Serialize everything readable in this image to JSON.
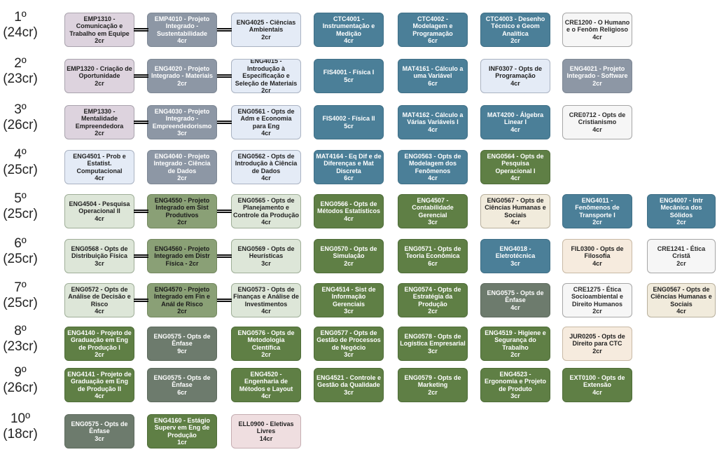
{
  "semesters": [
    {
      "label": "1º",
      "credits": "(24cr)"
    },
    {
      "label": "2º",
      "credits": "(23cr)"
    },
    {
      "label": "3º",
      "credits": "(26cr)"
    },
    {
      "label": "4º",
      "credits": "(25cr)"
    },
    {
      "label": "5º",
      "credits": "(25cr)"
    },
    {
      "label": "6º",
      "credits": "(25cr)"
    },
    {
      "label": "7º",
      "credits": "(25cr)"
    },
    {
      "label": "8º",
      "credits": "(23cr)"
    },
    {
      "label": "9º",
      "credits": "(26cr)"
    },
    {
      "label": "10º",
      "credits": "(18cr)"
    }
  ],
  "rows": [
    [
      {
        "name": "EMP1310 - Comunicação e Trabalho em Equipe",
        "cr": "2cr",
        "color": "lilac"
      },
      {
        "name": "EMP4010 - Projeto Integrado - Sustentabilidade",
        "cr": "4cr",
        "color": "slate"
      },
      {
        "name": "ENG4025 - Ciências Ambientais",
        "cr": "2cr",
        "color": "pale"
      },
      {
        "name": "CTC4001 - Instrumentação e Medição",
        "cr": "4cr",
        "color": "teal"
      },
      {
        "name": "CTC4002 - Modelagem e Programação",
        "cr": "6cr",
        "color": "teal"
      },
      {
        "name": "CTC4003 - Desenho Técnico e Geom Analítica",
        "cr": "2cr",
        "color": "teal"
      },
      {
        "name": "CRE1200 - O Humano e o Fenôm Religioso",
        "cr": "4cr",
        "color": "white"
      }
    ],
    [
      {
        "name": "EMP1320 - Criação de Oportunidade",
        "cr": "2cr",
        "color": "lilac"
      },
      {
        "name": "ENG4020 - Projeto Integrado - Materiais",
        "cr": "2cr",
        "color": "slate"
      },
      {
        "name": "ENG4015 - Introdução à Especificação e Seleção de Materiais",
        "cr": "2cr",
        "color": "pale"
      },
      {
        "name": "FIS4001 - Física I",
        "cr": "5cr",
        "color": "teal"
      },
      {
        "name": "MAT4161 - Cálculo a uma Variável",
        "cr": "6cr",
        "color": "teal"
      },
      {
        "name": "INF0307 - Opts de Programação",
        "cr": "4cr",
        "color": "pale"
      },
      {
        "name": "ENG4021 - Projeto Integrado - Software",
        "cr": "2cr",
        "color": "slate"
      }
    ],
    [
      {
        "name": "EMP1330 - Mentalidade Empreendedora",
        "cr": "2cr",
        "color": "lilac"
      },
      {
        "name": "ENG4030 - Projeto Integrado - Empreendedorismo",
        "cr": "3cr",
        "color": "slate"
      },
      {
        "name": "ENG0561 - Opts de Adm e Economia para Eng",
        "cr": "4cr",
        "color": "pale"
      },
      {
        "name": "FIS4002 - Física II",
        "cr": "5cr",
        "color": "teal"
      },
      {
        "name": "MAT4162 - Cálculo a Várias Variáveis I",
        "cr": "4cr",
        "color": "teal"
      },
      {
        "name": "MAT4200 - Álgebra Linear I",
        "cr": "4cr",
        "color": "teal"
      },
      {
        "name": "CRE0712 - Opts de Cristianismo",
        "cr": "4cr",
        "color": "white"
      }
    ],
    [
      {
        "name": "ENG4501 - Prob e Estatist. Computacional",
        "cr": "4cr",
        "color": "pale"
      },
      {
        "name": "ENG4040 - Projeto Integrado - Ciência de Dados",
        "cr": "2cr",
        "color": "slate"
      },
      {
        "name": "ENG0562 - Opts de Introdução à Ciência de Dados",
        "cr": "4cr",
        "color": "pale"
      },
      {
        "name": "MAT4164 - Eq Dif e de Diferenças e Mat Discreta",
        "cr": "6cr",
        "color": "teal"
      },
      {
        "name": "ENG0563 - Opts de Modelagem dos Fenômenos",
        "cr": "4cr",
        "color": "teal"
      },
      {
        "name": "ENG0564 - Opts de Pesquisa Operacional I",
        "cr": "4cr",
        "color": "green"
      }
    ],
    [
      {
        "name": "ENG4504 - Pesquisa Operacional II",
        "cr": "4cr",
        "color": "mint"
      },
      {
        "name": "ENG4550 - Projeto Integrado em Sist Produtivos",
        "cr": "2cr",
        "color": "olive"
      },
      {
        "name": "ENG0565 - Opts de Planejamento e Controle da Produção",
        "cr": "4cr",
        "color": "mint"
      },
      {
        "name": "ENG0566 - Opts de Métodos Estatísticos",
        "cr": "4cr",
        "color": "green"
      },
      {
        "name": "ENG4507 - Contabilidade Gerencial",
        "cr": "3cr",
        "color": "green"
      },
      {
        "name": "ENG0567 - Opts de Ciências Humanas e Sociais",
        "cr": "4cr",
        "color": "cream"
      },
      {
        "name": "ENG4011 - Fenômenos de Transporte I",
        "cr": "2cr",
        "color": "teal"
      },
      {
        "name": "ENG4007 - Intr Mecânica dos Sólidos",
        "cr": "2cr",
        "color": "teal"
      }
    ],
    [
      {
        "name": "ENG0568 - Opts de Distribuição Física",
        "cr": "3cr",
        "color": "mint"
      },
      {
        "name": "ENG4560 - Projeto Integrado em Distr Física - 2cr",
        "cr": "",
        "color": "olive"
      },
      {
        "name": "ENG0569 - Opts de Heurísticas",
        "cr": "3cr",
        "color": "mint"
      },
      {
        "name": "ENG0570 - Opts de Simulação",
        "cr": "2cr",
        "color": "green"
      },
      {
        "name": "ENG0571 - Opts de Teoria Econômica",
        "cr": "6cr",
        "color": "green"
      },
      {
        "name": "ENG4018 - Eletrotécnica",
        "cr": "3cr",
        "color": "teal"
      },
      {
        "name": "FIL0300 - Opts de Filosofia",
        "cr": "4cr",
        "color": "beige"
      },
      {
        "name": "CRE1241 - Ética Cristã",
        "cr": "2cr",
        "color": "white"
      }
    ],
    [
      {
        "name": "ENG0572 - Opts de Análise de Decisão e Risco",
        "cr": "4cr",
        "color": "mint"
      },
      {
        "name": "ENG4570 - Projeto Integrado em Fin e Anál de Risco",
        "cr": "2cr",
        "color": "olive"
      },
      {
        "name": "ENG0573 - Opts de Finanças e Análise de Investimentos",
        "cr": "4cr",
        "color": "mint"
      },
      {
        "name": "ENG4514 - Sist de Informação Gerenciais",
        "cr": "3cr",
        "color": "green"
      },
      {
        "name": "ENG0574 - Opts de Estratégia da Produção",
        "cr": "2cr",
        "color": "green"
      },
      {
        "name": "ENG0575 - Opts de Ênfase",
        "cr": "4cr",
        "color": "gray"
      },
      {
        "name": "CRE1275 - Ética Socioambiental e Direito Humanos",
        "cr": "2cr",
        "color": "white"
      },
      {
        "name": "ENG0567 - Opts de Ciências Humanas e Sociais",
        "cr": "4cr",
        "color": "cream"
      }
    ],
    [
      {
        "name": "ENG4140 - Projeto de Graduação em Eng de Produção I",
        "cr": "2cr",
        "color": "green"
      },
      {
        "name": "ENG0575 - Opts de Ênfase",
        "cr": "9cr",
        "color": "gray"
      },
      {
        "name": "ENG0576 - Opts de Metodologia Científica",
        "cr": "2cr",
        "color": "green"
      },
      {
        "name": "ENG0577 - Opts de Gestão de Processos de Negócio",
        "cr": "3cr",
        "color": "green"
      },
      {
        "name": "ENG0578 - Opts de Logística Empresarial",
        "cr": "3cr",
        "color": "green"
      },
      {
        "name": "ENG4519 - Higiene e Segurança do Trabalho",
        "cr": "2cr",
        "color": "green"
      },
      {
        "name": "JUR0205 - Opts de Direito para CTC",
        "cr": "2cr",
        "color": "beige"
      }
    ],
    [
      {
        "name": "ENG4141 - Projeto de Graduação em Eng de Produção II",
        "cr": "4cr",
        "color": "green"
      },
      {
        "name": "ENG0575 - Opts de Ênfase",
        "cr": "6cr",
        "color": "gray"
      },
      {
        "name": "ENG4520 - Engenharia de Métodos e Layout",
        "cr": "4cr",
        "color": "green"
      },
      {
        "name": "ENG4521 - Controle e Gestão da Qualidade",
        "cr": "3cr",
        "color": "green"
      },
      {
        "name": "ENG0579 - Opts de Marketing",
        "cr": "2cr",
        "color": "green"
      },
      {
        "name": "ENG4523 - Ergonomia e Projeto de Produto",
        "cr": "3cr",
        "color": "green"
      },
      {
        "name": "EXT0100 - Opts de Extensão",
        "cr": "4cr",
        "color": "green"
      }
    ],
    [
      {
        "name": "ENG0575 - Opts de Ênfase",
        "cr": "3cr",
        "color": "gray"
      },
      {
        "name": "ENG4160 - Estágio Superv em Eng de Produção",
        "cr": "1cr",
        "color": "green"
      },
      {
        "name": "ELL0900 - Eletivas Livres",
        "cr": "14cr",
        "color": "rose"
      }
    ]
  ],
  "links": [
    0,
    1,
    2,
    4,
    5,
    6
  ]
}
